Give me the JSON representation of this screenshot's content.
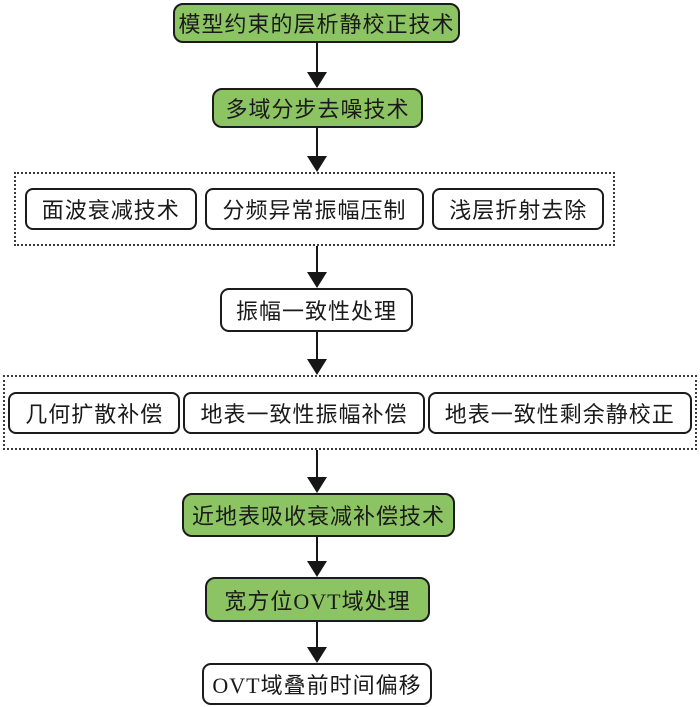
{
  "diagram": {
    "step1": "模型约束的层析静校正技术",
    "step2": "多域分步去噪技术",
    "denoise_group": {
      "item1": "面波衰减技术",
      "item2": "分频异常振幅压制",
      "item3": "浅层折射去除"
    },
    "step3": "振幅一致性处理",
    "amplitude_group": {
      "item1": "几何扩散补偿",
      "item2": "地表一致性振幅补偿",
      "item3": "地表一致性剩余静校正"
    },
    "step4": "近地表吸收衰减补偿技术",
    "step5": "宽方位OVT域处理",
    "step6": "OVT域叠前时间偏移"
  },
  "colors": {
    "node_green": "#8dc463",
    "node_white": "#ffffff",
    "node_border": "#1b1b1b",
    "group_border_dotted": "#3a3a3a",
    "arrow": "#161616",
    "text": "#1a1a1a",
    "background": "#ffffff"
  }
}
